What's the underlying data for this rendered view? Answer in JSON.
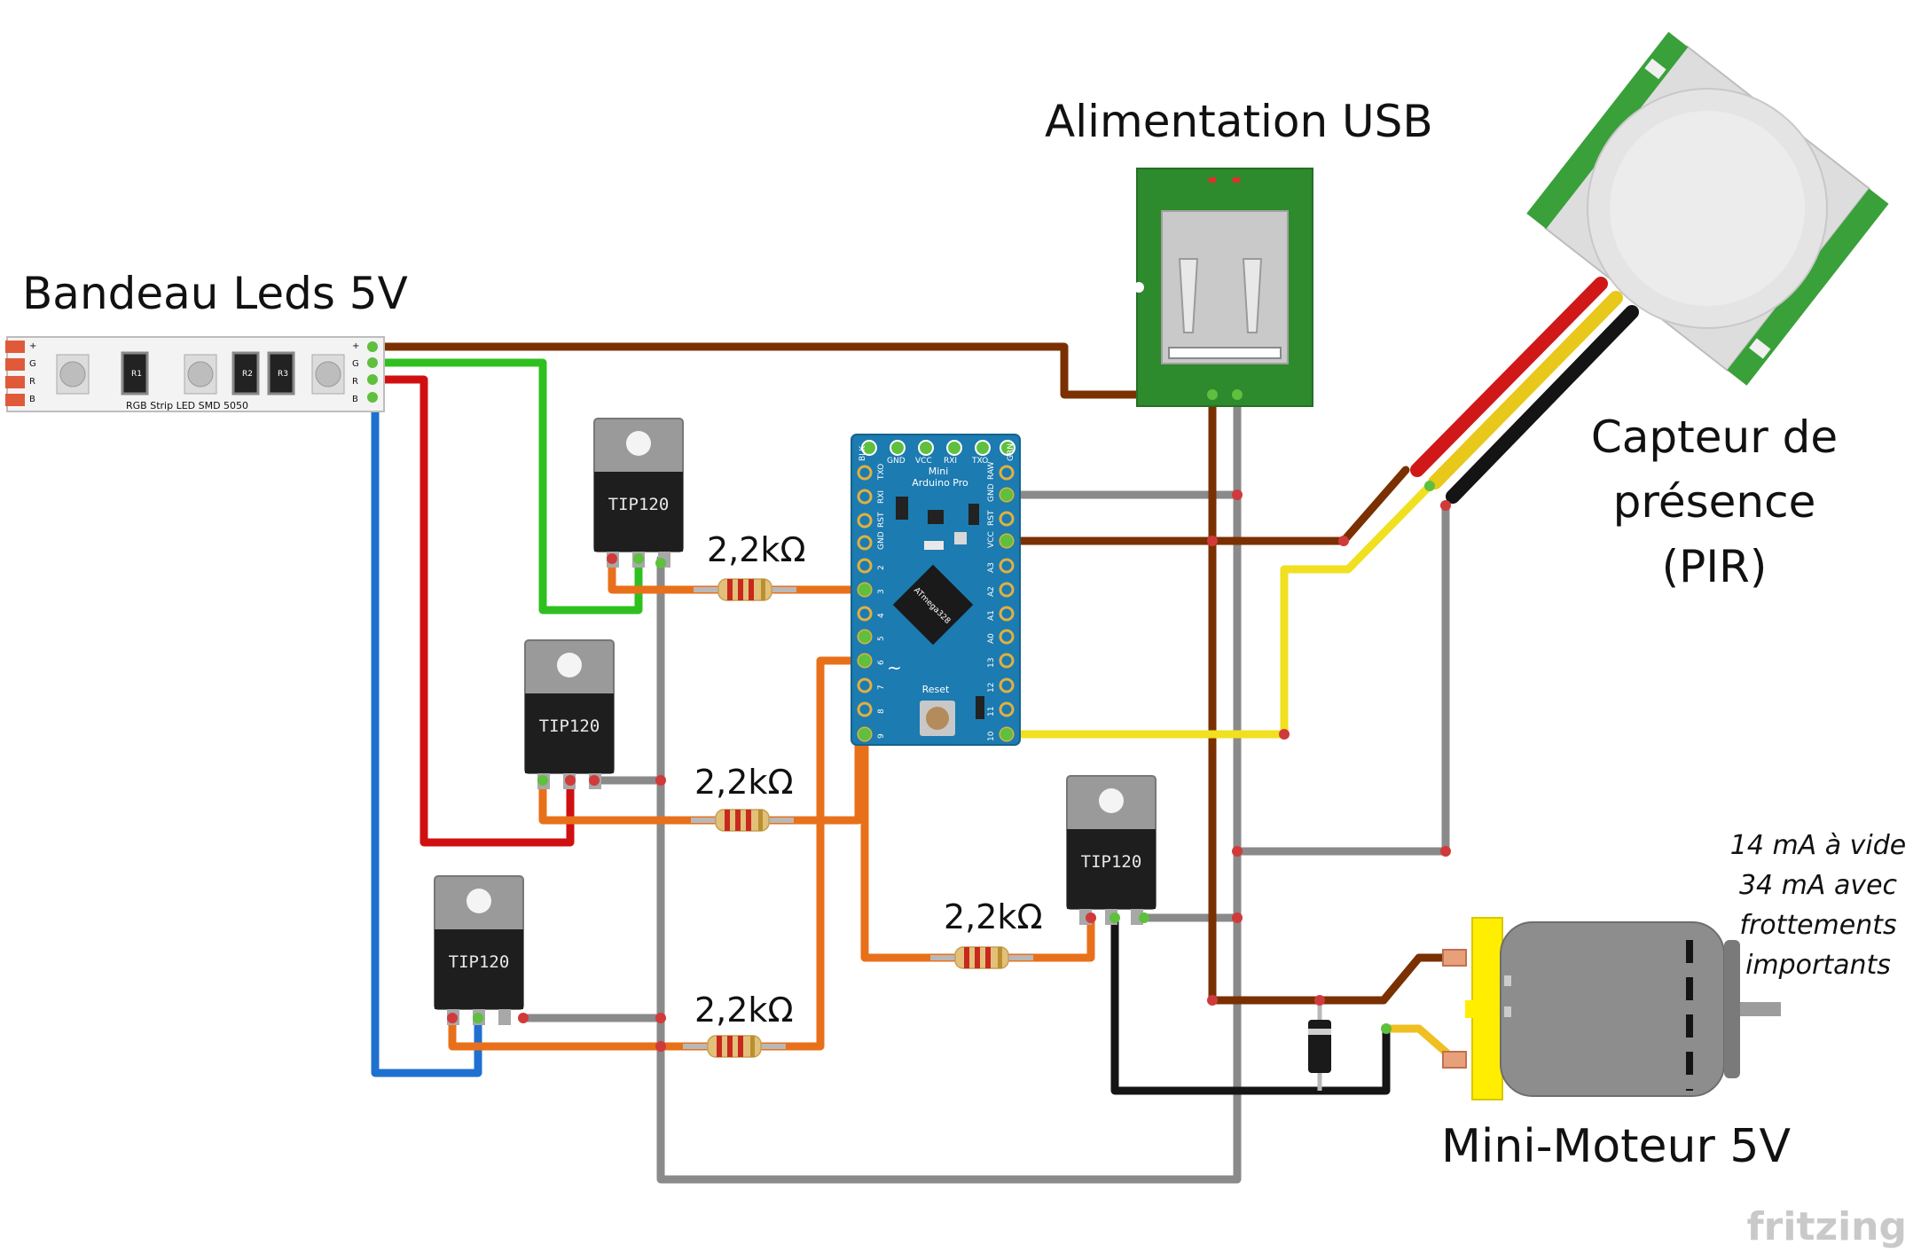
{
  "labels": {
    "led_strip": "Bandeau Leds 5V",
    "usb_power": "Alimentation USB",
    "pir_line1": "Capteur de",
    "pir_line2": "présence",
    "pir_line3": "(PIR)",
    "motor": "Mini-Moteur 5V",
    "note_line1": "14 mA à vide",
    "note_line2": "34 mA avec",
    "note_line3": "frottements",
    "note_line4": "importants",
    "watermark": "fritzing"
  },
  "components": {
    "transistor_label": "TIP120",
    "resistor_label": "2,2kΩ",
    "strip_text": "RGB Strip LED SMD 5050",
    "strip_pins": [
      "+",
      "G",
      "R",
      "B"
    ],
    "strip_resistors": [
      "R1",
      "R2",
      "R3"
    ],
    "arduino": {
      "title_line1": "Mini",
      "title_line2": "Arduino Pro",
      "chip": "ATmega328",
      "reset": "Reset",
      "top_pins": [
        "BLK",
        "GND",
        "VCC",
        "RXI",
        "TXO",
        "GRN"
      ],
      "left_pins": [
        "TXO",
        "RXI",
        "RST",
        "GND",
        "2",
        "3",
        "4",
        "5",
        "6",
        "7",
        "8",
        "9"
      ],
      "right_pins": [
        "RAW",
        "GND",
        "RST",
        "VCC",
        "A3",
        "A2",
        "A1",
        "A0",
        "13",
        "12",
        "11",
        "10"
      ]
    }
  },
  "colors": {
    "brown": "#7a3000",
    "green": "#2fc020",
    "red": "#d01010",
    "blue": "#2070d0",
    "gray": "#8a8a8a",
    "orange": "#e8701a",
    "yellow": "#f0e020",
    "black": "#151515",
    "board_blue": "#1c7bb0",
    "pcb_green": "#2d8a2d",
    "motor_yellow": "#ffee00"
  }
}
